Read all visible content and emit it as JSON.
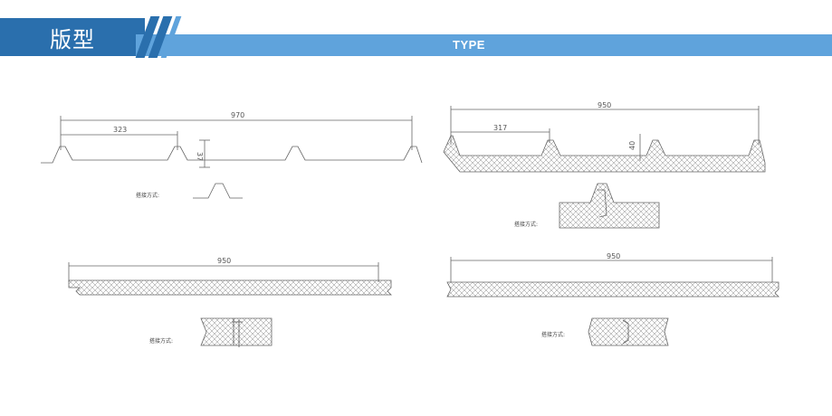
{
  "header": {
    "title": "版型",
    "subtitle": "TYPE"
  },
  "panels": {
    "top_left": {
      "overall": "970",
      "pitch": "323",
      "height": "37",
      "caption": "搭接方式:"
    },
    "top_right": {
      "overall": "950",
      "pitch": "317",
      "height": "40",
      "caption": "搭接方式:"
    },
    "bottom_left": {
      "overall": "950",
      "caption": "搭接方式:"
    },
    "bottom_right": {
      "overall": "950",
      "caption": "搭接方式:"
    }
  },
  "colors": {
    "title_block": "#2a6fad",
    "stripe": "#5fa3dc",
    "line": "#666666"
  }
}
